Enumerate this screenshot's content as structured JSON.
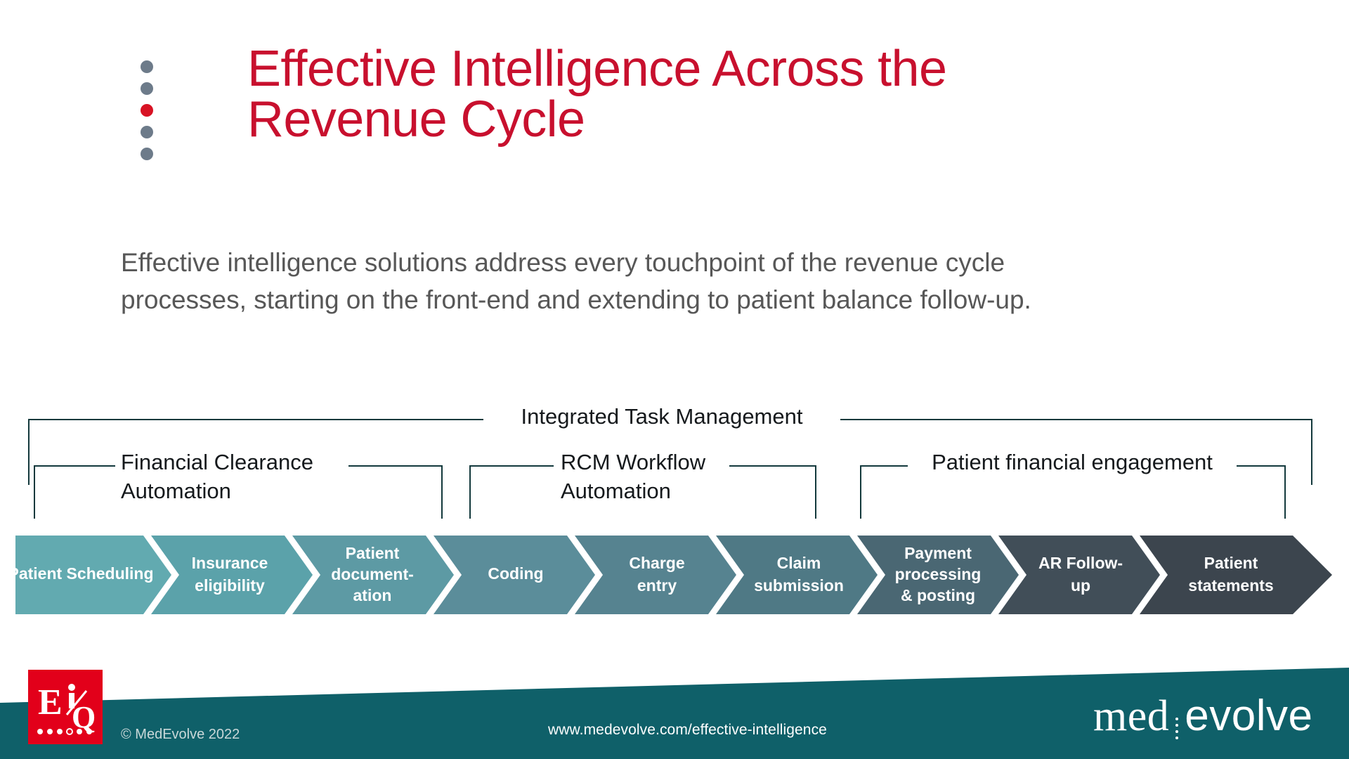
{
  "slide": {
    "title_lines": [
      "Effective Intelligence Across the",
      "Revenue Cycle"
    ],
    "subtitle_lines": [
      "Effective intelligence solutions address every touchpoint of the revenue cycle",
      "processes, starting on the front-end and extending to patient balance follow-up."
    ],
    "title_color": "#c8102e",
    "subtitle_color": "#575757",
    "accent_dot_color": "#d81324",
    "dot_color": "#6d7b8a",
    "bracket_color": "#13393c",
    "footer_color": "#0f6069"
  },
  "decoration": {
    "dots": [
      "gray",
      "gray",
      "red",
      "gray",
      "gray"
    ]
  },
  "brackets": {
    "top": {
      "label": "Integrated Task Management"
    },
    "groups": [
      {
        "label_lines": [
          "Financial Clearance",
          "Automation"
        ]
      },
      {
        "label_lines": [
          "RCM Workflow",
          "Automation"
        ]
      },
      {
        "label_lines": [
          "Patient financial engagement"
        ]
      }
    ]
  },
  "flow": {
    "steps": [
      {
        "label_lines": [
          "Patient Scheduling"
        ],
        "color": "#62aab0"
      },
      {
        "label_lines": [
          "Insurance",
          "eligibility"
        ],
        "color": "#5ba2aa"
      },
      {
        "label_lines": [
          "Patient",
          "document-",
          "ation"
        ],
        "color": "#5d9aa4"
      },
      {
        "label_lines": [
          "Coding"
        ],
        "color": "#5b8d9a"
      },
      {
        "label_lines": [
          "Charge",
          "entry"
        ],
        "color": "#568390"
      },
      {
        "label_lines": [
          "Claim",
          "submission"
        ],
        "color": "#4f7985"
      },
      {
        "label_lines": [
          "Payment",
          "processing",
          "& posting"
        ],
        "color": "#4a6773"
      },
      {
        "label_lines": [
          "AR Follow-",
          "up"
        ],
        "color": "#414e58"
      },
      {
        "label_lines": [
          "Patient",
          "statements"
        ],
        "color": "#3c454e"
      }
    ]
  },
  "footer": {
    "copyright": "© MedEvolve 2022",
    "url": "www.medevolve.com/effective-intelligence",
    "brand_serif": "med",
    "brand_sans": "evolve",
    "logo_alt": "EiQ"
  }
}
